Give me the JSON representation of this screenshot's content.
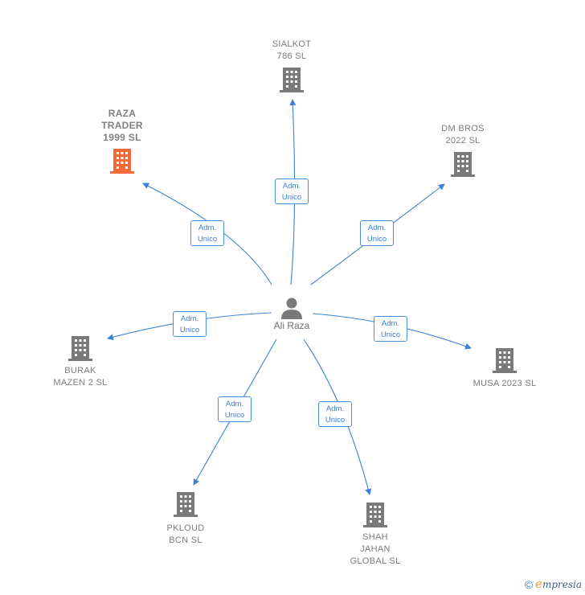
{
  "center": {
    "name": "Ali Raza",
    "icon": "person-icon"
  },
  "edge_label": {
    "line1": "Adm.",
    "line2": "Unico"
  },
  "companies": [
    {
      "id": "raza",
      "name": "RAZA\nTRADER\n1999  SL",
      "highlight": true
    },
    {
      "id": "sialkot",
      "name": "SIALKOT\n786  SL",
      "highlight": false
    },
    {
      "id": "dmbros",
      "name": "DM BROS\n2022  SL",
      "highlight": false
    },
    {
      "id": "burak",
      "name": "BURAK\nMAZEN 2  SL",
      "highlight": false
    },
    {
      "id": "musa",
      "name": "MUSA 2023  SL",
      "highlight": false
    },
    {
      "id": "pkloud",
      "name": "PKLOUD\nBCN SL",
      "highlight": false
    },
    {
      "id": "shah",
      "name": "SHAH\nJAHAN\nGLOBAL  SL",
      "highlight": false
    }
  ],
  "colors": {
    "edge": "#3b82d6",
    "icon": "#7a7a7a",
    "highlight": "#f26a35"
  },
  "footer": {
    "copyright": "©",
    "brand_initial": "e",
    "brand_rest": "mpresia"
  }
}
